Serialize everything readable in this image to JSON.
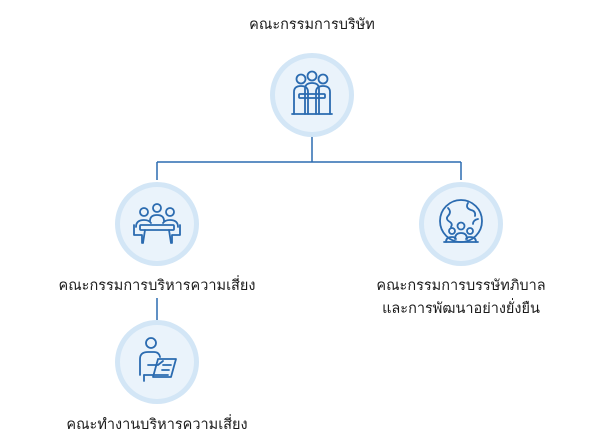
{
  "nodes": {
    "board": {
      "label": "คณะกรรมการบริษัท",
      "icon": "board-group-icon"
    },
    "risk_committee": {
      "label": "คณะกรรมการบริหารความเสี่ยง",
      "icon": "meeting-table-icon"
    },
    "governance_committee": {
      "label_line1": "คณะกรรมการบรรษัทภิบาล",
      "label_line2": "และการพัฒนาอย่างยั่งยืน",
      "icon": "globe-community-icon"
    },
    "risk_working_group": {
      "label": "คณะทำงานบริหารความเสี่ยง",
      "icon": "person-presenting-icon"
    }
  },
  "colors": {
    "line": "#2b6bb0",
    "icon": "#2b6bb0",
    "circle_fill": "#eaf3fb",
    "circle_ring": "#d3e6f6"
  }
}
